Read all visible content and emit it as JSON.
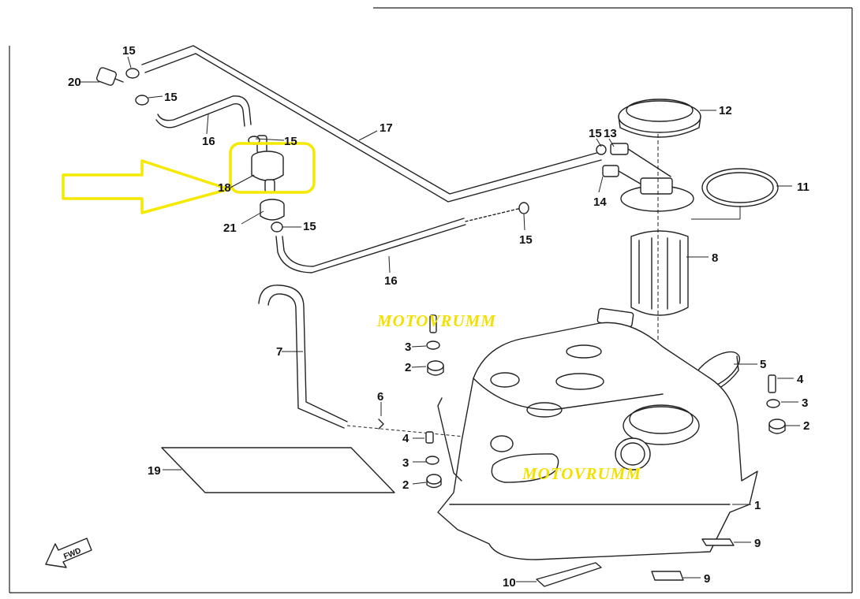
{
  "callouts": [
    {
      "id": "c20",
      "label": "20"
    },
    {
      "id": "c15a",
      "label": "15"
    },
    {
      "id": "c15b",
      "label": "15"
    },
    {
      "id": "c16a",
      "label": "16"
    },
    {
      "id": "c15c",
      "label": "15"
    },
    {
      "id": "c18",
      "label": "18"
    },
    {
      "id": "c21",
      "label": "21"
    },
    {
      "id": "c15d",
      "label": "15"
    },
    {
      "id": "c17",
      "label": "17"
    },
    {
      "id": "c16b",
      "label": "16"
    },
    {
      "id": "c15e",
      "label": "15"
    },
    {
      "id": "c15f",
      "label": "15"
    },
    {
      "id": "c13",
      "label": "13"
    },
    {
      "id": "c12",
      "label": "12"
    },
    {
      "id": "c14",
      "label": "14"
    },
    {
      "id": "c11",
      "label": "11"
    },
    {
      "id": "c8",
      "label": "8"
    },
    {
      "id": "c7",
      "label": "7"
    },
    {
      "id": "c6",
      "label": "6"
    },
    {
      "id": "c3a",
      "label": "3"
    },
    {
      "id": "c2a",
      "label": "2"
    },
    {
      "id": "c5",
      "label": "5"
    },
    {
      "id": "c4a",
      "label": "4"
    },
    {
      "id": "c3b",
      "label": "3"
    },
    {
      "id": "c2b",
      "label": "2"
    },
    {
      "id": "c4b",
      "label": "4"
    },
    {
      "id": "c3c",
      "label": "3"
    },
    {
      "id": "c2c",
      "label": "2"
    },
    {
      "id": "c19",
      "label": "19"
    },
    {
      "id": "c1",
      "label": "1"
    },
    {
      "id": "c9a",
      "label": "9"
    },
    {
      "id": "c10",
      "label": "10"
    },
    {
      "id": "c9b",
      "label": "9"
    }
  ],
  "watermarks": [
    "MOTOVRUMM",
    "MOTOVRUMM"
  ],
  "fwd_label": "FWD",
  "colors": {
    "highlight": "#f5e900",
    "watermark": "#f2e000",
    "line": "#222222"
  }
}
